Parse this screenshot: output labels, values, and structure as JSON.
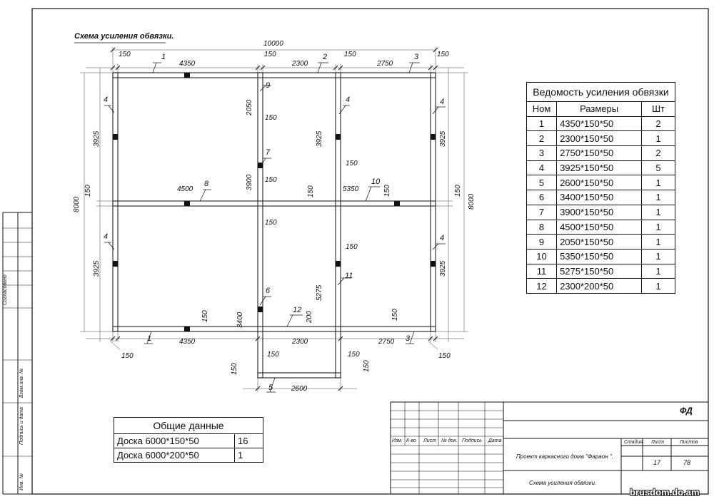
{
  "drawing": {
    "title": "Схема усиления обвязки.",
    "overall_width": "10000",
    "overall_height_left": "8000",
    "overall_height_right": "8000",
    "top_dims": [
      "150",
      "4350",
      "150",
      "2300",
      "150",
      "2750",
      "150"
    ],
    "bottom_dims": [
      "150",
      "4350",
      "150",
      "2300",
      "150",
      "2750",
      "150"
    ],
    "bottom_ext": [
      "150",
      "2600",
      "150"
    ],
    "left_dims": [
      "3925",
      "150",
      "3925"
    ],
    "right_dims": [
      "3925",
      "150",
      "3925"
    ],
    "interior_dims": {
      "d2050": "2050",
      "d150a": "150",
      "d3900": "3900",
      "d150b": "150",
      "d4500": "4500",
      "d150c": "150",
      "d5350": "5350",
      "d150d": "150",
      "d150e": "150",
      "d150f": "150",
      "d3925": "3925",
      "d150g": "150",
      "d5275": "5275",
      "d3400": "3400",
      "d200": "200",
      "d150h": "150",
      "d150i": "150"
    },
    "tags": {
      "t1top": "1",
      "t2": "2",
      "t3top": "3",
      "t4a": "4",
      "t4b": "4",
      "t4c": "4",
      "t4d": "4",
      "t4e": "4",
      "t5": "5",
      "t6": "6",
      "t7": "7",
      "t8": "8",
      "t9": "9",
      "t10": "10",
      "t11": "11",
      "t12": "12",
      "t1bot": "1",
      "t3bot": "3"
    }
  },
  "vedomost": {
    "title": "Ведомость усиления обвязки",
    "headers": [
      "Ном",
      "Размеры",
      "Шт"
    ],
    "rows": [
      [
        "1",
        "4350*150*50",
        "2"
      ],
      [
        "2",
        "2300*150*50",
        "1"
      ],
      [
        "3",
        "2750*150*50",
        "2"
      ],
      [
        "4",
        "3925*150*50",
        "5"
      ],
      [
        "5",
        "2600*150*50",
        "1"
      ],
      [
        "6",
        "3400*150*50",
        "1"
      ],
      [
        "7",
        "3900*150*50",
        "1"
      ],
      [
        "8",
        "4500*150*50",
        "1"
      ],
      [
        "9",
        "2050*150*50",
        "1"
      ],
      [
        "10",
        "5350*150*50",
        "1"
      ],
      [
        "11",
        "5275*150*50",
        "1"
      ],
      [
        "12",
        "2300*200*50",
        "1"
      ]
    ]
  },
  "general": {
    "title": "Общие данные",
    "rows": [
      [
        "Доска 6000*150*50",
        "16"
      ],
      [
        "Доска 6000*200*50",
        "1"
      ]
    ]
  },
  "titleblock": {
    "code": "ФД",
    "col_izm": "Изм.",
    "col_kvo": "К-во",
    "col_list": "Лист",
    "col_ndok": "№ док.",
    "col_podp": "Подпись",
    "col_data": "Дата",
    "project": "Проект каркасного дома  \"Фараон \".",
    "stage_label": "Стадия",
    "sheet_label": "Лист",
    "sheets_label": "Листов",
    "sheet_no": "17",
    "sheets_total": "78",
    "sheet_title": "Схема усиления обвязки."
  },
  "sidebar": {
    "soglasovano": "Согласовано",
    "vzam": "Взам.инв. №",
    "podpis": "Подпись и дата",
    "inv": "Инв. №"
  },
  "watermark": "brusdom.do.am"
}
